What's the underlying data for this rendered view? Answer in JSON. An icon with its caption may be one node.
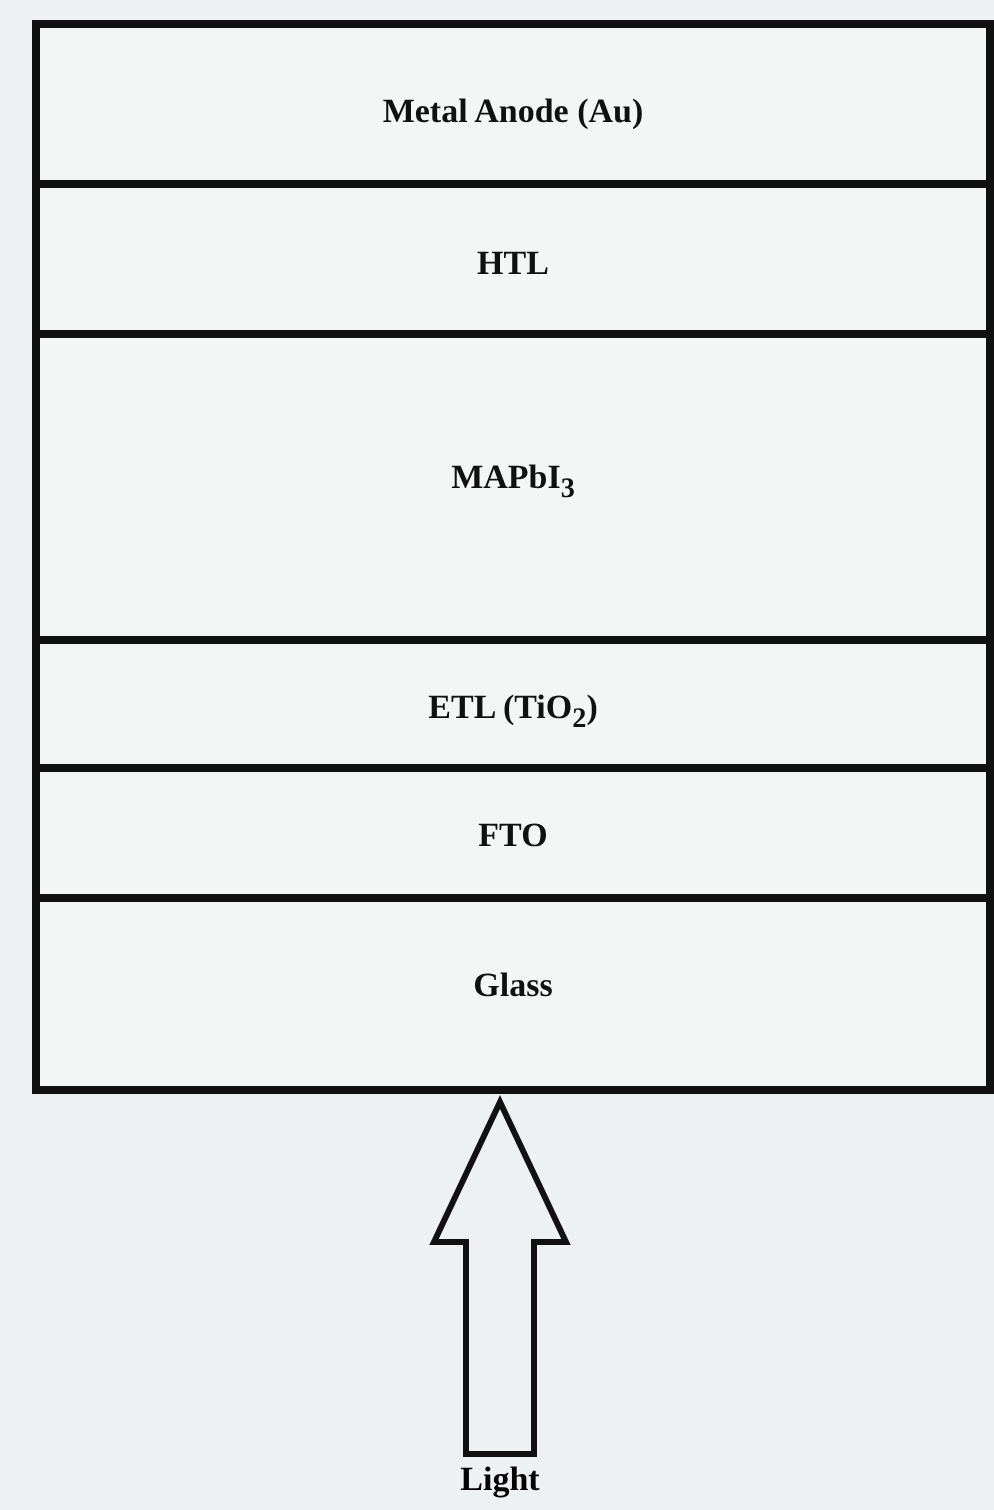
{
  "diagram": {
    "nodes": [
      {
        "text": [
          "Metal Anode (Au)"
        ]
      },
      {
        "text": [
          "HTL"
        ]
      },
      {
        "text": [
          "MAPbI$_{3}$"
        ]
      },
      {
        "text": [
          "ETL (TiO$_{2}$)"
        ]
      },
      {
        "text": [
          "FTO"
        ]
      },
      {
        "text": [
          "Glass"
        ]
      },
      {
        "text": [
          "Light"
        ]
      }
    ],
    "edges": [
      {
        "from": 6,
        "to": 5,
        "arrow": "to"
      }
    ]
  }
}
